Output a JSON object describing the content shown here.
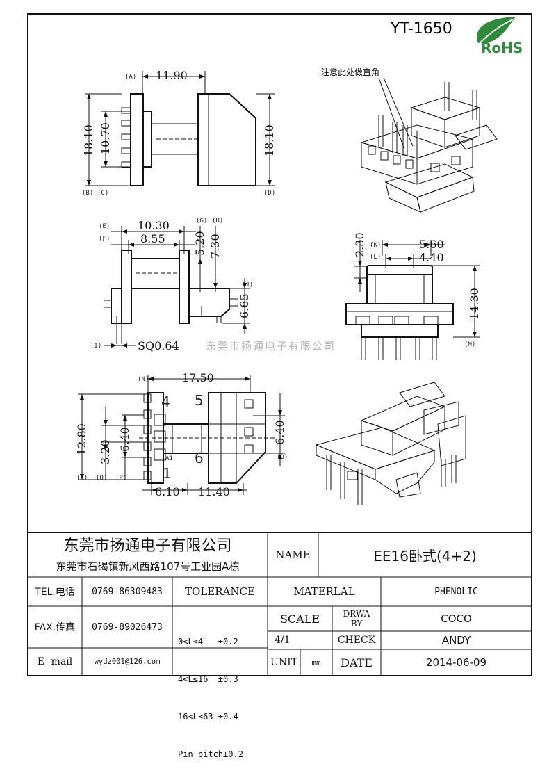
{
  "header": {
    "model": "YT-1650",
    "rohs_label": "RoHS",
    "leaf_color": "#2e8b3a"
  },
  "annotations": {
    "corner_note": "注意此处做直角",
    "watermark": "东莞市扬通电子有限公司"
  },
  "dimensions": {
    "top_width": "11.90",
    "left_height": "18.10",
    "inner_height": "10.70",
    "right_height": "18.10",
    "e_width": "10.30",
    "f_width": "8.55",
    "g_height": "5.20",
    "h_height": "7.30",
    "pin_height": "6.65",
    "pin_sq": "SQ0.64",
    "k_height": "2.30",
    "k_width": "5.60",
    "l_width": "4.40",
    "total_height": "14.30",
    "bottom_width": "17.50",
    "r_height": "12.80",
    "q_height": "3.20",
    "p_height": "6.40",
    "o_height": "6.40",
    "left_pitch": "6.10",
    "right_pitch": "11.40"
  },
  "tags": {
    "a": "(A)",
    "b": "(B)",
    "c": "(C)",
    "d": "(D)",
    "e": "(E)",
    "f": "(F)",
    "g": "(G)",
    "h": "(H)",
    "i": "(I)",
    "j": "(J)",
    "k": "(K)",
    "l": "(L)",
    "m": "(M)",
    "n": "(N)",
    "o": "(O)",
    "p": "(P)",
    "q": "(Q)",
    "r": "(R)",
    "a1": "A1"
  },
  "pin_numbers": {
    "p4": "4",
    "p5": "5",
    "p6": "6",
    "p1": "1"
  },
  "title_block": {
    "company_cn": "东莞市扬通电子有限公司",
    "address": "东莞市石碣镇新风西路107号工业园A栋",
    "name_label": "NAME",
    "name_value": "EE16卧式(4+2)",
    "tel_label": "TEL.电话",
    "tel_value": "0769-86309483",
    "tolerance_label": "TOLERANCE",
    "material_label": "MATERLAL",
    "material_value": "PHENOLIC",
    "fax_label": "FAX.传真",
    "fax_value": "0769-89026473",
    "tol_line1": "0<L≤4   ±0.2",
    "tol_line2": "4<L≤16  ±0.3",
    "tol_line3": "16<L≤63 ±0.4",
    "tol_line4": "Pin pitch±0.2",
    "scale_label": "SCALE",
    "drwa_label": "DRWA",
    "by_label": "BY",
    "drawn_by": "COCO",
    "scale_value": "4/1",
    "check_label": "CHECK",
    "checked_by": "ANDY",
    "email_label": "E--mail",
    "email_value": "wydz001@126.com",
    "unit_label": "UNIT",
    "unit_value": "mm",
    "date_label": "DATE",
    "date_value": "2014-06-09"
  }
}
